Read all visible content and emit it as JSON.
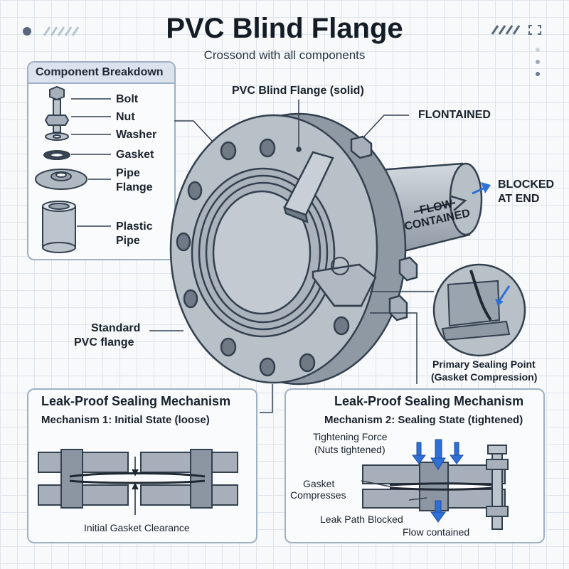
{
  "title": "PVC Blind Flange",
  "subtitle": "Crossond with all components",
  "components": {
    "heading": "Component Breakdown",
    "items": [
      "Bolt",
      "Nut",
      "Washer",
      "Gasket",
      "Pipe Flange",
      "Plastic Pipe"
    ]
  },
  "callouts": {
    "solid": "PVC Blind Flange (solid)",
    "contained": "FLONTAINED",
    "blocked_line1": "BLOCKED",
    "blocked_line2": "AT END",
    "flow_line1": "FLOW",
    "flow_line2": "CONTAINED",
    "standard_line1": "Standard",
    "standard_line2": "PVC flange",
    "seal_line1": "Primary Sealing Point",
    "seal_line2": "(Gasket Compression)"
  },
  "mech1": {
    "heading": "Leak-Proof Sealing Mechanism",
    "subheading": "Mechanism 1: Initial State (loose)",
    "clearance": "Initial Gasket Clearance"
  },
  "mech2": {
    "heading": "Leak-Proof Sealing Mechanism",
    "subheading": "Mechanism 2: Sealing State (tightened)",
    "force_line1": "Tightening Force",
    "force_line2": "(Nuts tightened)",
    "gasket_line1": "Gasket",
    "gasket_line2": "Compresses",
    "leak": "Leak Path Blocked",
    "flow": "Flow contained"
  },
  "colors": {
    "accent": "#2f6fd6",
    "metal": "#a7b0ba",
    "outline": "#33404e"
  }
}
